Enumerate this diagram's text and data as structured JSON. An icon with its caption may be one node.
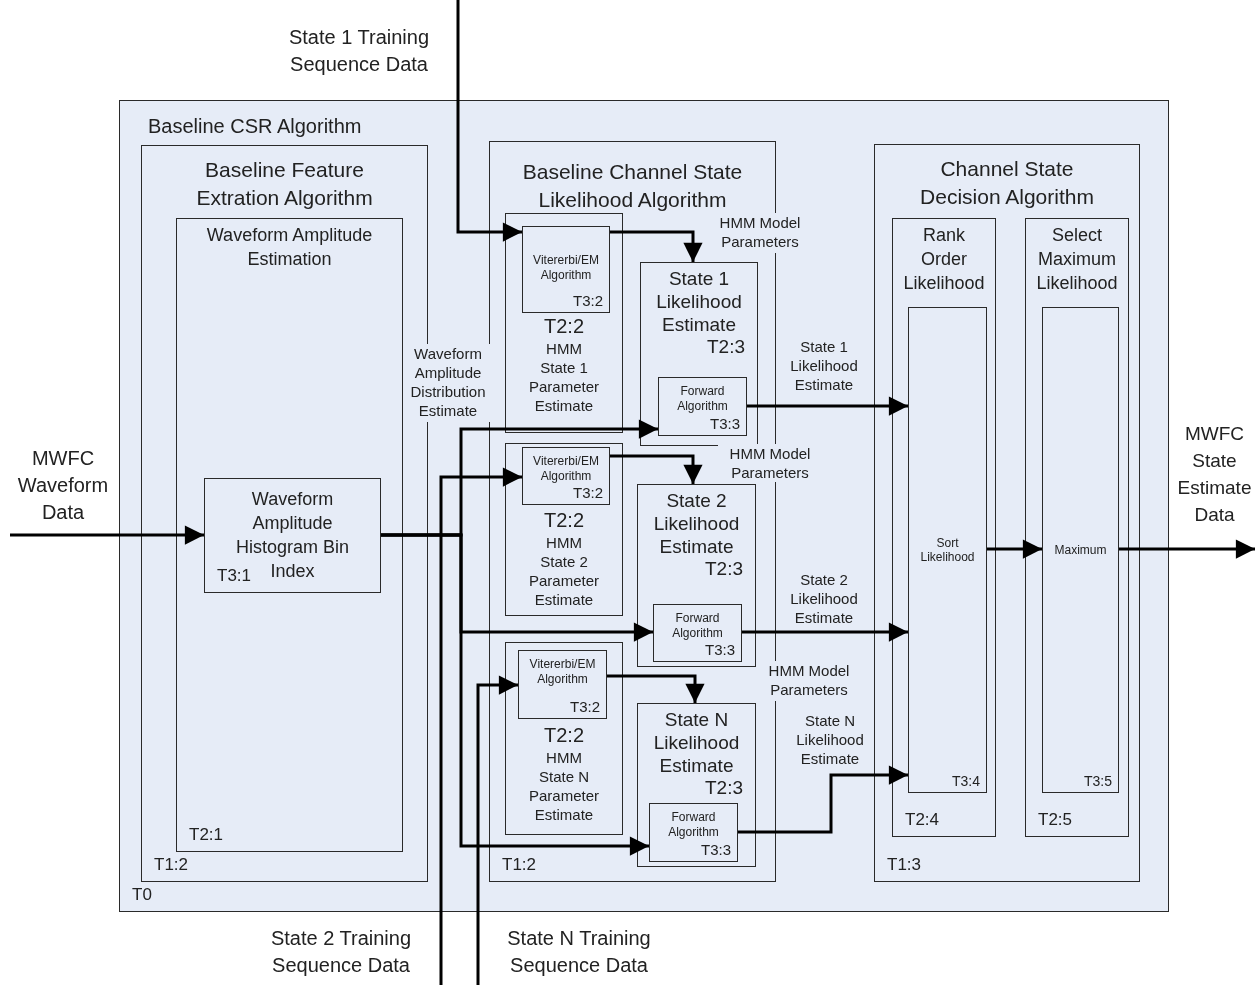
{
  "diagram": {
    "nodes": [
      {
        "text": [
          "Baseline CSR Algorithm",
          "T0"
        ]
      },
      {
        "text": [
          "Baseline Feature Extration Algorithm",
          "T1:2"
        ],
        "in": 0
      },
      {
        "text": [
          "Waveform Amplitude Estimation",
          "T2:1"
        ],
        "in": 1
      },
      {
        "text": [
          "Waveform Amplitude Histogram Bin Index",
          "T3:1"
        ],
        "in": 2
      },
      {
        "text": [
          "Baseline Channel State Likelihood Algorithm",
          "T1:2"
        ],
        "in": 0
      },
      {
        "text": [
          "T2:2",
          "HMM State 1 Parameter Estimate"
        ],
        "in": 4
      },
      {
        "text": [
          "Vitererbi/EM Algorithm",
          "T3:2"
        ],
        "in": 5
      },
      {
        "text": [
          "State 1 Likelihood Estimate",
          "T2:3"
        ],
        "in": 4
      },
      {
        "text": [
          "Forward Algorithm",
          "T3:3"
        ],
        "in": 7
      },
      {
        "text": [
          "T2:2",
          "HMM State 2 Parameter Estimate"
        ],
        "in": 4
      },
      {
        "text": [
          "Vitererbi/EM Algorithm",
          "T3:2"
        ],
        "in": 9
      },
      {
        "text": [
          "State 2 Likelihood Estimate",
          "T2:3"
        ],
        "in": 4
      },
      {
        "text": [
          "Forward Algorithm",
          "T3:3"
        ],
        "in": 11
      },
      {
        "text": [
          "T2:2",
          "HMM State N Parameter Estimate"
        ],
        "in": 4
      },
      {
        "text": [
          "Vitererbi/EM Algorithm",
          "T3:2"
        ],
        "in": 13
      },
      {
        "text": [
          "State N Likelihood Estimate",
          "T2:3"
        ],
        "in": 4
      },
      {
        "text": [
          "Forward Algorithm",
          "T3:3"
        ],
        "in": 15
      },
      {
        "text": [
          "Channel State Decision Algorithm",
          "T1:3"
        ],
        "in": 0
      },
      {
        "text": [
          "Rank Order Likelihood",
          "T2:4"
        ],
        "in": 17
      },
      {
        "text": [
          "Sort Likelihood",
          "T3:4"
        ],
        "in": 18
      },
      {
        "text": [
          "Select Maximum Likelihood",
          "T2:5"
        ],
        "in": 17
      },
      {
        "text": [
          "Maximum",
          "T3:5"
        ],
        "in": 20
      }
    ],
    "edges": [
      {
        "from": null,
        "to": 3,
        "arrow": "to",
        "label": "MWFC Waveform Data"
      },
      {
        "from": null,
        "to": 6,
        "arrow": "to",
        "label": "State 1 Training Sequence Data"
      },
      {
        "from": null,
        "to": 10,
        "arrow": "to",
        "label": "State 2 Training Sequence Data"
      },
      {
        "from": null,
        "to": 14,
        "arrow": "to",
        "label": "State N Training Sequence Data"
      },
      {
        "from": 3,
        "to": 8,
        "arrow": "to",
        "label": "Waveform Amplitude Distribution Estimate"
      },
      {
        "from": 3,
        "to": 12,
        "arrow": "to"
      },
      {
        "from": 3,
        "to": 16,
        "arrow": "to"
      },
      {
        "from": 6,
        "to": 7,
        "arrow": "to",
        "label": "HMM Model Parameters"
      },
      {
        "from": 10,
        "to": 11,
        "arrow": "to",
        "label": "HMM Model Parameters"
      },
      {
        "from": 14,
        "to": 15,
        "arrow": "to",
        "label": "HMM Model Parameters"
      },
      {
        "from": 8,
        "to": 19,
        "arrow": "to",
        "label": "State 1 Likelihood Estimate"
      },
      {
        "from": 12,
        "to": 19,
        "arrow": "to",
        "label": "State 2 Likelihood Estimate"
      },
      {
        "from": 16,
        "to": 19,
        "arrow": "to",
        "label": "State N Likelihood Estimate"
      },
      {
        "from": 19,
        "to": 21,
        "arrow": "to"
      },
      {
        "from": 21,
        "to": null,
        "arrow": "to",
        "label": "MWFC State Estimate Data"
      }
    ]
  }
}
